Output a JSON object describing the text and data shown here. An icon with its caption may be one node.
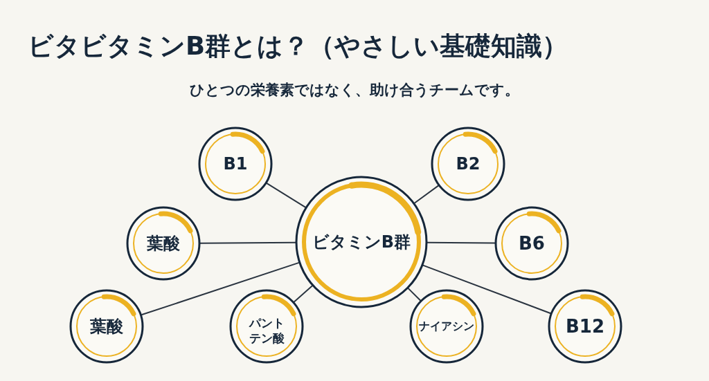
{
  "diagram": {
    "title": "ビタビタミンB群とは？（やさしい基礎知識）",
    "caption": "ひとつの栄養素ではなく、助け合うチームです。",
    "nodes": [
      {
        "text": [
          "ビタミンB群"
        ]
      },
      {
        "text": [
          "B1"
        ]
      },
      {
        "text": [
          "B2"
        ]
      },
      {
        "text": [
          "葉酸"
        ]
      },
      {
        "text": [
          "B6"
        ]
      },
      {
        "text": [
          "葉酸"
        ]
      },
      {
        "text": [
          "パントテン酸"
        ]
      },
      {
        "text": [
          "ナイアシン"
        ]
      },
      {
        "text": [
          "B12"
        ]
      }
    ],
    "edges": [
      {
        "from": 0,
        "to": 1,
        "arrow": "none"
      },
      {
        "from": 0,
        "to": 2,
        "arrow": "none"
      },
      {
        "from": 0,
        "to": 3,
        "arrow": "none"
      },
      {
        "from": 0,
        "to": 4,
        "arrow": "none"
      },
      {
        "from": 0,
        "to": 5,
        "arrow": "none"
      },
      {
        "from": 0,
        "to": 6,
        "arrow": "none"
      },
      {
        "from": 0,
        "to": 7,
        "arrow": "none"
      },
      {
        "from": 0,
        "to": 8,
        "arrow": "none"
      }
    ]
  }
}
